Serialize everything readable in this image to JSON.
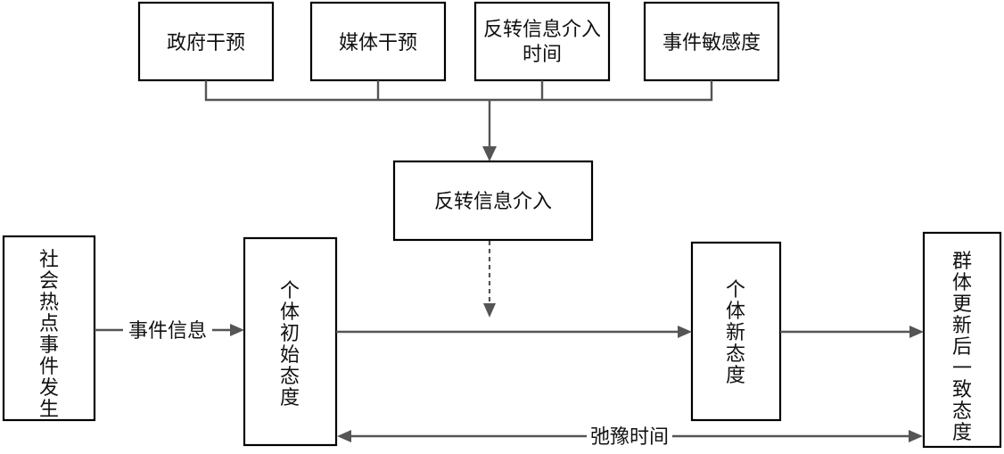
{
  "factors": [
    {
      "id": "gov",
      "label": "政府干预"
    },
    {
      "id": "media",
      "label": "媒体干预"
    },
    {
      "id": "reverse_time",
      "label": "反转信息介入时间"
    },
    {
      "id": "sensitivity",
      "label": "事件敏感度"
    }
  ],
  "reverse_info": {
    "label": "反转信息介入"
  },
  "stages": [
    {
      "id": "social",
      "label": "社会热点事件发生"
    },
    {
      "id": "initial",
      "label": "个体初始态度"
    },
    {
      "id": "new",
      "label": "个体新态度"
    },
    {
      "id": "group",
      "label": "群体更新后一致态度"
    }
  ],
  "edge_labels": {
    "event_info": "事件信息",
    "hesitation": "弛豫时间"
  }
}
